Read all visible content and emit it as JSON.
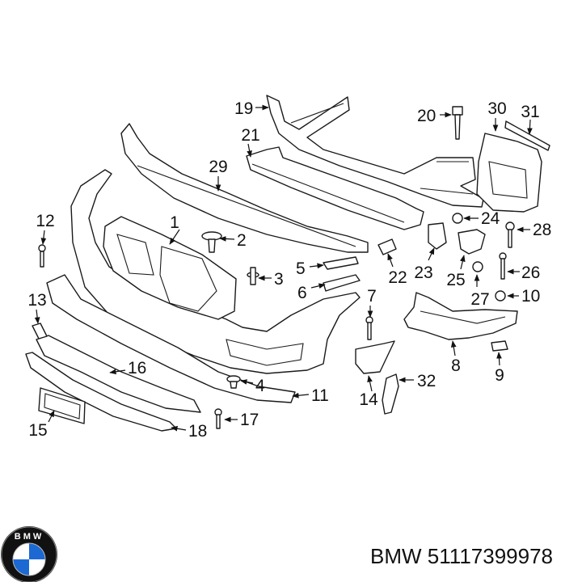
{
  "callouts": [
    "1",
    "2",
    "3",
    "4",
    "5",
    "6",
    "7",
    "8",
    "9",
    "10",
    "11",
    "12",
    "13",
    "14",
    "15",
    "16",
    "17",
    "18",
    "19",
    "20",
    "21",
    "22",
    "23",
    "24",
    "25",
    "26",
    "27",
    "28",
    "29",
    "30",
    "31",
    "32"
  ],
  "brand_caption": "BMW 51117399978",
  "logo": {
    "name": "bmw-roundel-logo",
    "letters": "BMW",
    "colors": {
      "ring": "#111111",
      "blue": "#1c69d4",
      "white": "#ffffff"
    }
  },
  "colors": {
    "line": "#1a1a1a",
    "background": "#ffffff"
  }
}
